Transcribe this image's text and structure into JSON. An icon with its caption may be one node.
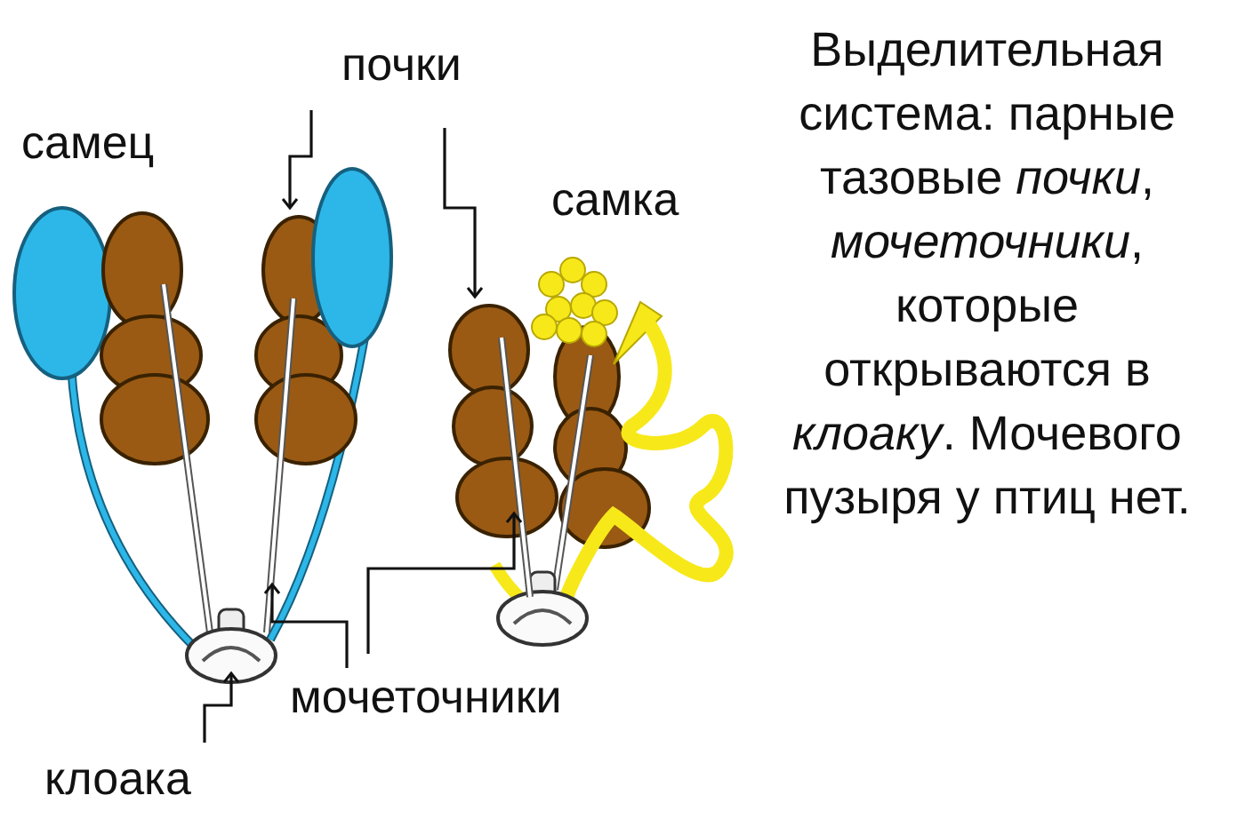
{
  "diagram": {
    "nodes": [
      {
        "text": [
          "почки"
        ]
      },
      {
        "text": [],
        "shape": "picture"
      },
      {
        "text": [],
        "shape": "picture"
      },
      {
        "text": [
          "мочеточники"
        ]
      },
      {
        "text": [],
        "shape": "picture"
      },
      {
        "text": [],
        "shape": "picture"
      },
      {
        "text": [
          "клоака"
        ]
      },
      {
        "text": [],
        "shape": "picture"
      }
    ],
    "edges": [
      {
        "from": 0,
        "to": 1,
        "arrow": "to"
      },
      {
        "from": 0,
        "to": 2,
        "arrow": "to"
      },
      {
        "from": 3,
        "to": 4,
        "arrow": "to"
      },
      {
        "from": 3,
        "to": 5,
        "arrow": "to"
      },
      {
        "from": 6,
        "to": 7,
        "arrow": "to"
      }
    ],
    "labels": [
      "самец",
      "самка",
      "Выделительная система: парные тазовые *почки*, *мочеточники*, которые открываются в *клоаку*. Мочевого пузыря у птиц нет."
    ]
  }
}
